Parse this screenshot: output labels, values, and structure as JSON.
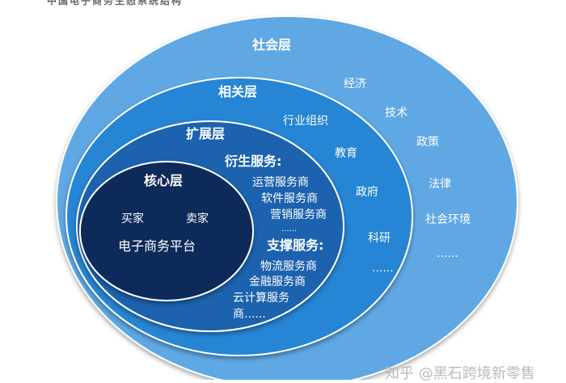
{
  "title": "中国电子商务生态系统结构",
  "colors": {
    "social": "#5ea8e4",
    "related": "#2585d4",
    "extension": "#1a62ae",
    "core": "#0d2a5a",
    "outline": "#ffffff"
  },
  "social": {
    "label": "社会层",
    "items": [
      "经济",
      "技术",
      "政策",
      "法律",
      "社会环境",
      "......"
    ]
  },
  "related": {
    "label": "相关层",
    "items": [
      "行业组织",
      "教育",
      "政府",
      "科研",
      "......"
    ]
  },
  "extension": {
    "label": "扩展层",
    "derived": {
      "heading": "衍生服务:",
      "items": [
        "运营服务商",
        "软件服务商",
        "营销服务商",
        "......"
      ]
    },
    "support": {
      "heading": "支撑服务:",
      "items": [
        "物流服务商",
        "金融服务商",
        "云计算服务",
        "商......"
      ]
    }
  },
  "core": {
    "label": "核心层",
    "buyer": "买家",
    "seller": "卖家",
    "platform": "电子商务平台"
  },
  "watermark": "知乎 @黑石跨境新零售"
}
